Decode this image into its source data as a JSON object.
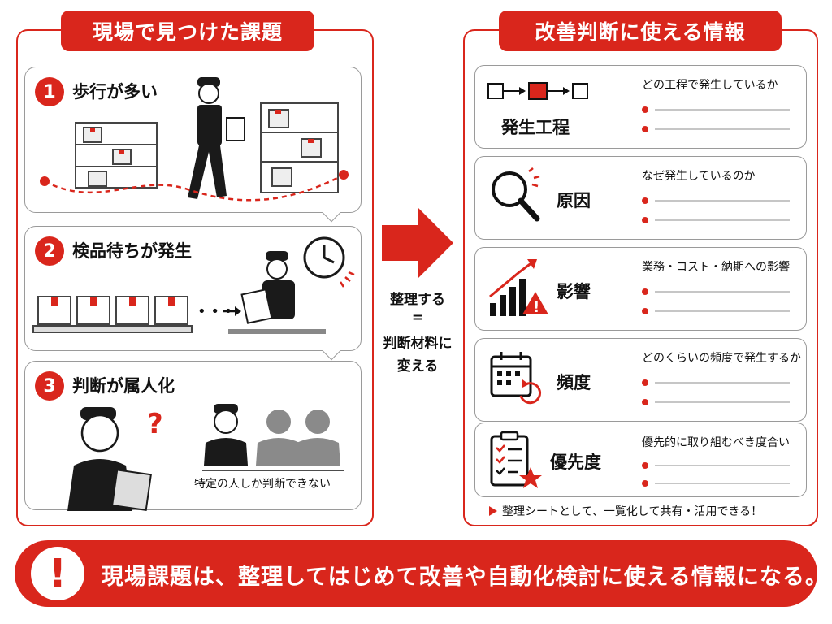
{
  "left_panel": {
    "title": "現場で見つけた課題",
    "issues": [
      {
        "number": "1",
        "title": "歩行が多い"
      },
      {
        "number": "2",
        "title": "検品待ちが発生"
      },
      {
        "number": "3",
        "title": "判断が属人化",
        "caption": "特定の人しか判断できない"
      }
    ]
  },
  "center": {
    "line1": "整理する",
    "line2": "=",
    "line3": "判断材料に",
    "line4": "変える"
  },
  "right_panel": {
    "title": "改善判断に使える情報",
    "cards": [
      {
        "label": "発生工程",
        "question": "どの工程で発生しているか",
        "icon": "process-flow-icon"
      },
      {
        "label": "原因",
        "question": "なぜ発生しているのか",
        "icon": "magnifier-icon"
      },
      {
        "label": "影響",
        "question": "業務・コスト・納期への影響",
        "icon": "rising-chart-warning-icon"
      },
      {
        "label": "頻度",
        "question": "どのくらいの頻度で発生するか",
        "icon": "calendar-cycle-icon"
      },
      {
        "label": "優先度",
        "question": "優先的に取り組むべき度合い",
        "icon": "checklist-star-icon"
      }
    ],
    "footer": "整理シートとして、一覧化して共有・活用できる！"
  },
  "bottom": {
    "icon": "exclamation-icon",
    "mark": "!",
    "message": "現場課題は、整理してはじめて改善や自動化検討に使える情報になる。"
  },
  "colors": {
    "accent": "#d9261c",
    "border": "#9a9a9a",
    "text": "#111111"
  }
}
